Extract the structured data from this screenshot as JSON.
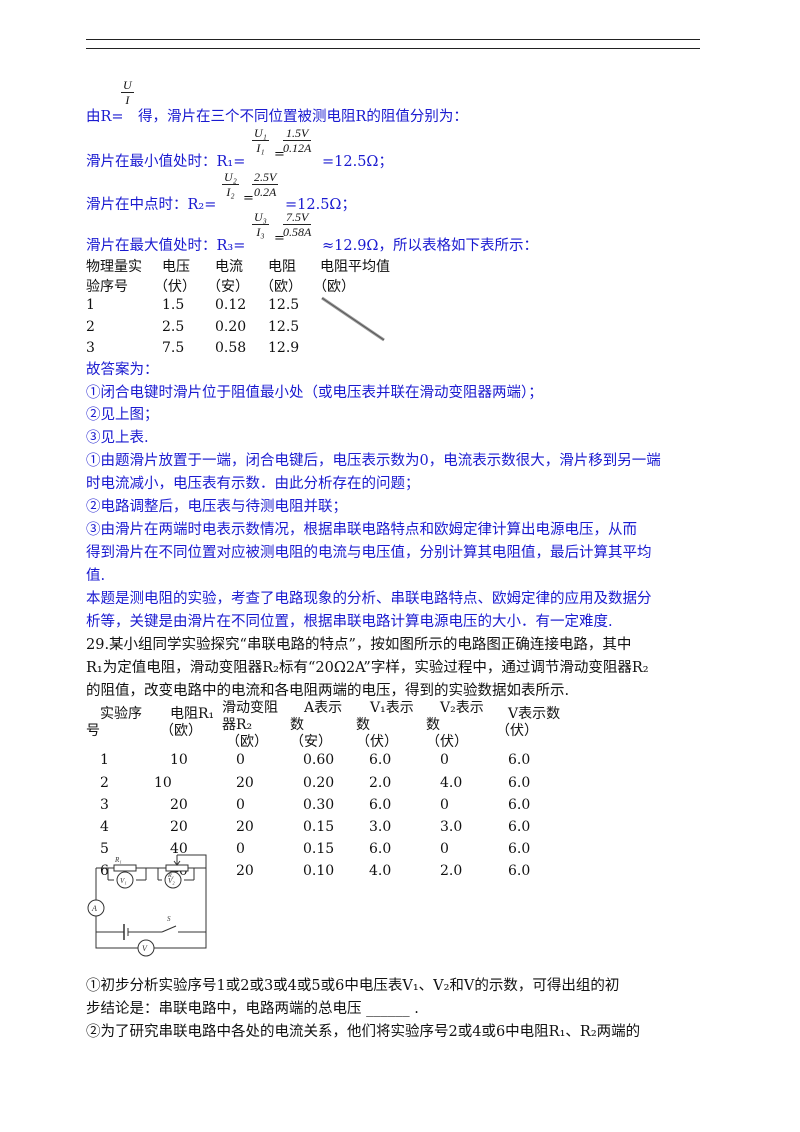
{
  "solution": {
    "intro_prefix": "由R=",
    "intro_frac": {
      "num": "U",
      "den": "I"
    },
    "intro_suffix": "得，滑片在三个不同位置被测电阻R的阻值分别为：",
    "line_min": {
      "label": "滑片在最小值处时：R₁=",
      "f1n": "U₁",
      "f1d": "I₁",
      "f2n": "1.5V",
      "f2d": "0.12A",
      "result": "=12.5Ω；"
    },
    "line_mid": {
      "label": "滑片在中点时：R₂=",
      "f1n": "U₂",
      "f1d": "I₂",
      "f2n": "2.5V",
      "f2d": "0.2A",
      "result": "=12.5Ω；"
    },
    "line_max": {
      "label": "滑片在最大值处时：R₃=",
      "f1n": "U₃",
      "f1d": "I₃",
      "f2n": "7.5V",
      "f2d": "0.58A",
      "result": "≈12.9Ω，所以表格如下表所示："
    },
    "table1": {
      "h_qty1": "物理量实",
      "h_qty2": "验序号",
      "h_u1": "电压",
      "h_u2": "（伏）",
      "h_i1": "电流",
      "h_i2": "（安）",
      "h_r1": "电阻",
      "h_r2": "（欧）",
      "h_avg1": "电阻平均值",
      "h_avg2": "（欧）",
      "rows": [
        {
          "n": "1",
          "u": "1.5",
          "i": "0.12",
          "r": "12.5"
        },
        {
          "n": "2",
          "u": "2.5",
          "i": "0.20",
          "r": "12.5"
        },
        {
          "n": "3",
          "u": "7.5",
          "i": "0.58",
          "r": "12.9"
        }
      ]
    },
    "answer_title": "故答案为：",
    "answers": [
      "①闭合电键时滑片位于阻值最小处（或电压表并联在滑动变阻器两端）；",
      "②见上图；",
      "③见上表."
    ],
    "analysis": [
      "①由题滑片放置于一端，闭合电键后，电压表示数为0，电流表示数很大，滑片移到另一端",
      "时电流减小，电压表有示数．由此分析存在的问题；",
      "②电路调整后，电压表与待测电阻并联；",
      "③由滑片在两端时电表示数情况，根据串联电路特点和欧姆定律计算出电源电压，从而",
      "得到滑片在不同位置对应被测电阻的电流与电压值，分别计算其电阻值，最后计算其平均",
      "值."
    ],
    "comment": [
      "本题是测电阻的实验，考查了电路现象的分析、串联电路特点、欧姆定律的应用及数据分",
      "析等，关键是由滑片在不同位置，根据串联电路计算电源电压的大小．有一定难度."
    ]
  },
  "q29": {
    "stem": [
      "29.某小组同学实验探究“串联电路的特点”，按如图所示的电路图正确连接电路，其中",
      "R₁为定值电阻，滑动变阻器R₂标有“20Ω2A”字样，实验过程中，通过调节滑动变阻器R₂",
      "的阻值，改变电路中的电流和各电阻两端的电压，得到的实验数据如表所示."
    ],
    "table2": {
      "h_no1": "实验序",
      "h_no2": "号",
      "h_r1a": "电阻R₁",
      "h_r1b": "（欧）",
      "h_r2a": "滑动变阻",
      "h_r2b": "器R₂",
      "h_r2c": "（欧）",
      "h_aa": "A表示",
      "h_ab": "数",
      "h_ac": "（安）",
      "h_v1a": "V₁表示",
      "h_v1b": "数",
      "h_v1c": "（伏）",
      "h_v2a": "V₂表示",
      "h_v2b": "数",
      "h_v2c": "（伏）",
      "h_va": "V表示数",
      "h_vb": "（伏）",
      "rows": [
        {
          "n": "1",
          "r1": "10",
          "r2": "0",
          "a": "0.60",
          "v1": "6.0",
          "v2": "0",
          "v": "6.0"
        },
        {
          "n": "2",
          "r1": "10",
          "r2": "20",
          "a": "0.20",
          "v1": "2.0",
          "v2": "4.0",
          "v": "6.0"
        },
        {
          "n": "3",
          "r1": "20",
          "r2": "0",
          "a": "0.30",
          "v1": "6.0",
          "v2": "0",
          "v": "6.0"
        },
        {
          "n": "4",
          "r1": "20",
          "r2": "20",
          "a": "0.15",
          "v1": "3.0",
          "v2": "3.0",
          "v": "6.0"
        },
        {
          "n": "5",
          "r1": "40",
          "r2": "0",
          "a": "0.15",
          "v1": "6.0",
          "v2": "0",
          "v": "6.0"
        },
        {
          "n": "6",
          "r1": "40",
          "r2": "20",
          "a": "0.10",
          "v1": "4.0",
          "v2": "2.0",
          "v": "6.0"
        }
      ]
    },
    "circuit_labels": {
      "r1": "R₁",
      "r2": "R₂",
      "v1": "V₁",
      "v2": "V₂",
      "a": "A",
      "v": "V",
      "s": "S"
    },
    "q1": [
      "①初步分析实验序号1或2或3或4或5或6中电压表V₁、V₂和V的示数，可得出组的初",
      "步结论是：串联电路中，电路两端的总电压 ______ ."
    ],
    "q2": "②为了研究串联电路中各处的电流关系，他们将实验序号2或4或6中电阻R₁、R₂两端的"
  }
}
